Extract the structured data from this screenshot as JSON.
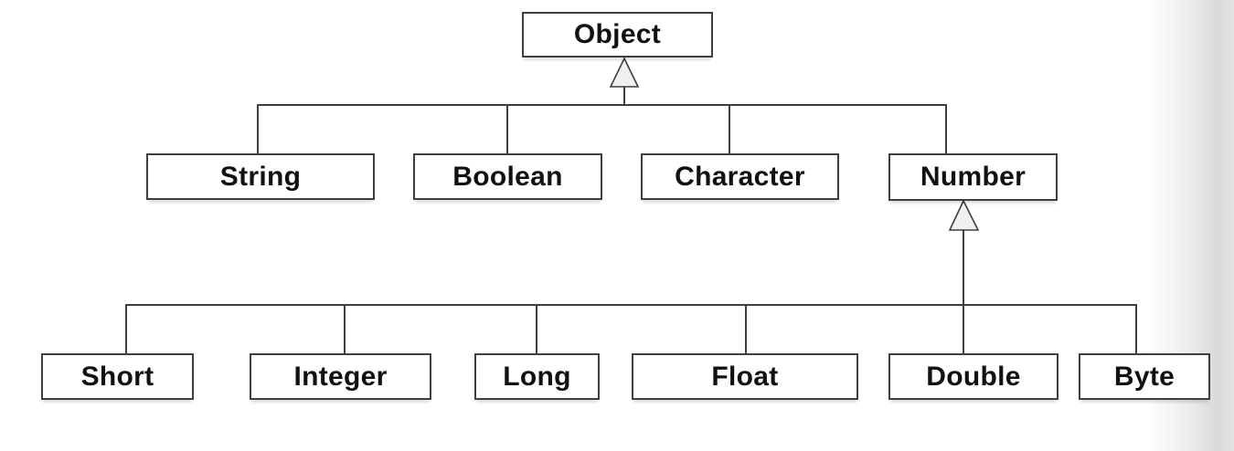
{
  "diagram": {
    "type": "class-hierarchy-tree",
    "description": "Java wrapper class inheritance hierarchy with Object as root; hollow-triangle UML generalization arrowheads point to the superclass",
    "nodes": {
      "object": {
        "label": "Object"
      },
      "string": {
        "label": "String"
      },
      "boolean": {
        "label": "Boolean"
      },
      "character": {
        "label": "Character"
      },
      "number": {
        "label": "Number"
      },
      "short": {
        "label": "Short"
      },
      "integer": {
        "label": "Integer"
      },
      "long": {
        "label": "Long"
      },
      "float": {
        "label": "Float"
      },
      "double": {
        "label": "Double"
      },
      "byte": {
        "label": "Byte"
      }
    },
    "edges": [
      {
        "from": "String",
        "to": "Object",
        "relation": "extends",
        "arrowhead": "hollow-triangle"
      },
      {
        "from": "Boolean",
        "to": "Object",
        "relation": "extends",
        "arrowhead": "hollow-triangle"
      },
      {
        "from": "Character",
        "to": "Object",
        "relation": "extends",
        "arrowhead": "hollow-triangle"
      },
      {
        "from": "Number",
        "to": "Object",
        "relation": "extends",
        "arrowhead": "hollow-triangle"
      },
      {
        "from": "Short",
        "to": "Number",
        "relation": "extends",
        "arrowhead": "hollow-triangle"
      },
      {
        "from": "Integer",
        "to": "Number",
        "relation": "extends",
        "arrowhead": "hollow-triangle"
      },
      {
        "from": "Long",
        "to": "Number",
        "relation": "extends",
        "arrowhead": "hollow-triangle"
      },
      {
        "from": "Float",
        "to": "Number",
        "relation": "extends",
        "arrowhead": "hollow-triangle"
      },
      {
        "from": "Double",
        "to": "Number",
        "relation": "extends",
        "arrowhead": "hollow-triangle"
      },
      {
        "from": "Byte",
        "to": "Number",
        "relation": "extends",
        "arrowhead": "hollow-triangle"
      }
    ],
    "colors": {
      "box_fill": "#ffffff",
      "box_border": "#3f3f3f",
      "connector_line": "#3f3f3f",
      "arrowhead_fill": "#f0f0f0",
      "text": "#111111",
      "background": "#ffffff",
      "right_edge_shade": "#d9d9d9"
    }
  }
}
